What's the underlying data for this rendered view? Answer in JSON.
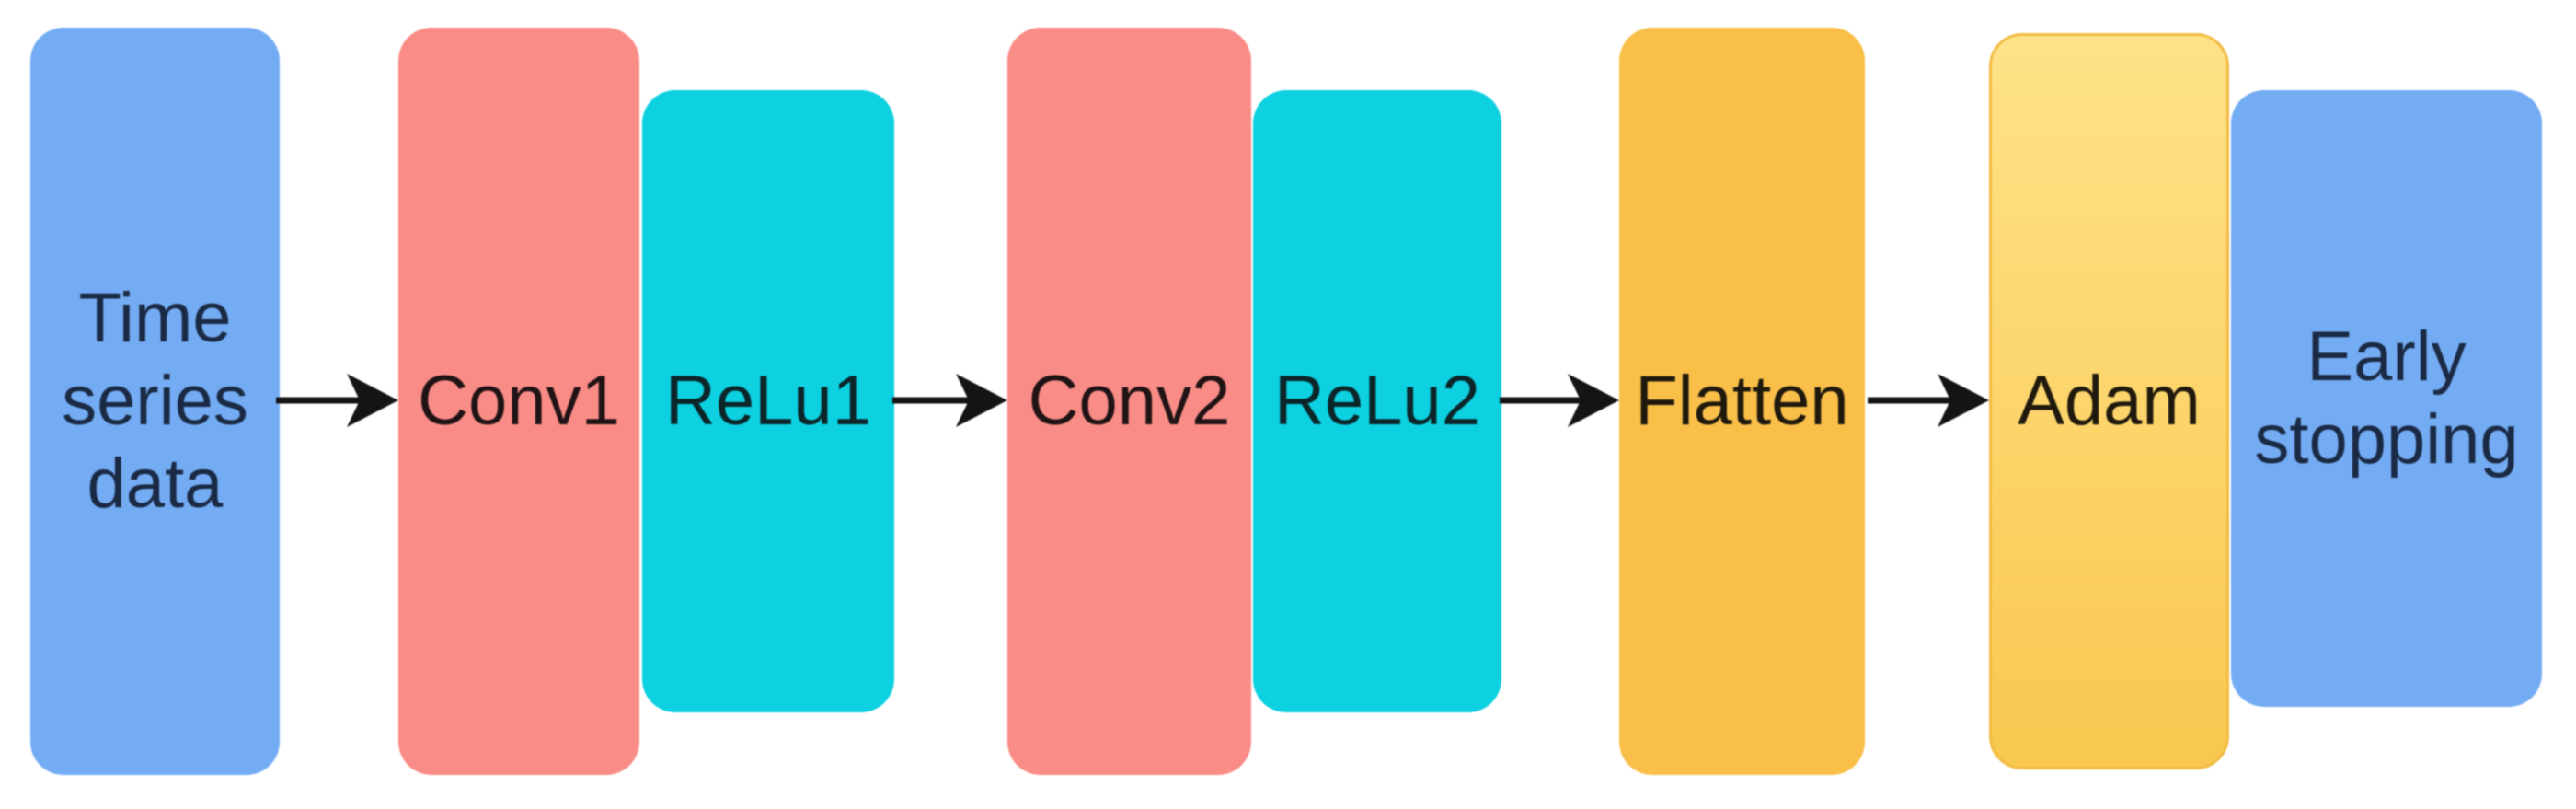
{
  "diagram": {
    "background_color": "#ffffff",
    "blocks": [
      {
        "id": "time-series-data",
        "label": "Time series data",
        "fill": "#74ACF4",
        "text_color": "#1B2A44"
      },
      {
        "id": "conv1",
        "label": "Conv1",
        "fill": "#F98C86",
        "text_color": "#201315"
      },
      {
        "id": "relu1",
        "label": "ReLu1",
        "fill": "#0DD0E0",
        "text_color": "#0C2528"
      },
      {
        "id": "conv2",
        "label": "Conv2",
        "fill": "#F98C86",
        "text_color": "#201315"
      },
      {
        "id": "relu2",
        "label": "ReLu2",
        "fill": "#0DD0E0",
        "text_color": "#0C2528"
      },
      {
        "id": "flatten",
        "label": "Flatten",
        "fill": "#F9BF49",
        "text_color": "#1F190D"
      },
      {
        "id": "adam",
        "label": "Adam",
        "fill_top": "#FEE288",
        "fill_bottom": "#F9C74F",
        "border_color": "#F2BC45",
        "text_color": "#1F190D"
      },
      {
        "id": "early-stopping",
        "label": "Early stopping",
        "fill": "#74ACF4",
        "text_color": "#1B2A44"
      }
    ],
    "arrows": [
      {
        "from": "time-series-data",
        "to": "conv1",
        "color": "#141414"
      },
      {
        "from": "relu1",
        "to": "conv2",
        "color": "#141414"
      },
      {
        "from": "relu2",
        "to": "flatten",
        "color": "#141414"
      },
      {
        "from": "flatten",
        "to": "adam",
        "color": "#141414"
      }
    ]
  }
}
